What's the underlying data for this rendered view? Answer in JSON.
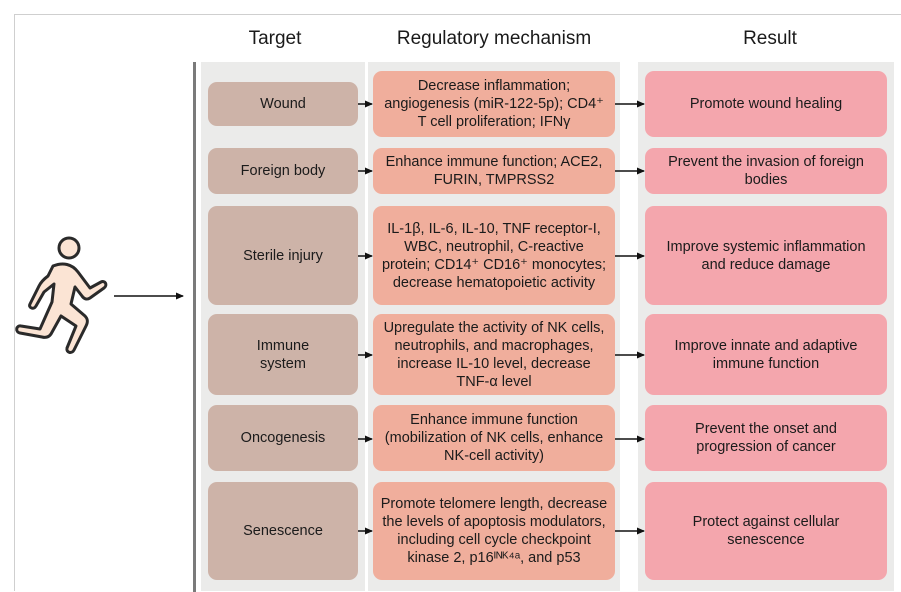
{
  "headers": {
    "target": "Target",
    "mechanism": "Regulatory mechanism",
    "result": "Result"
  },
  "figure_icon": "running-person-icon",
  "colors": {
    "target_box": "#cdb3a8",
    "mechanism_box": "#f0ae9c",
    "result_box": "#f4a6ad",
    "column_bg": "#ebebea",
    "runner_fill": "#fbe4d4",
    "runner_stroke": "#2a2a2a"
  },
  "rows": [
    {
      "target": "Wound",
      "mechanism": "Decrease inflammation; angiogenesis (miR-122-5p); CD4⁺ T cell  proliferation; IFNγ",
      "result": "Promote wound healing"
    },
    {
      "target": "Foreign body",
      "mechanism": "Enhance immune function; ACE2, FURIN, TMPRSS2",
      "result": "Prevent the invasion of  foreign bodies"
    },
    {
      "target": "Sterile injury",
      "mechanism": "IL-1β, IL-6, IL-10, TNF receptor-I, WBC, neutrophil, C-reactive protein; CD14⁺ CD16⁺ monocytes; decrease hematopoietic activity",
      "result": "Improve systemic inflammation and reduce damage"
    },
    {
      "target": "Immune system",
      "mechanism": "Upregulate the activity of NK cells, neutrophils, and macrophages, increase IL-10 level, decrease TNF-α level",
      "result": "Improve innate and adaptive immune function"
    },
    {
      "target": "Oncogenesis",
      "mechanism": "Enhance immune function (mobilization of NK cells, enhance NK-cell activity)",
      "result": "Prevent the onset and progression of cancer"
    },
    {
      "target": "Senescence",
      "mechanism": "Promote telomere length, decrease the levels of apoptosis modulators, including cell cycle checkpoint kinase 2, p16ᴵᴺᴷ⁴ᵃ, and p53",
      "result": "Protect against cellular senescence"
    }
  ]
}
